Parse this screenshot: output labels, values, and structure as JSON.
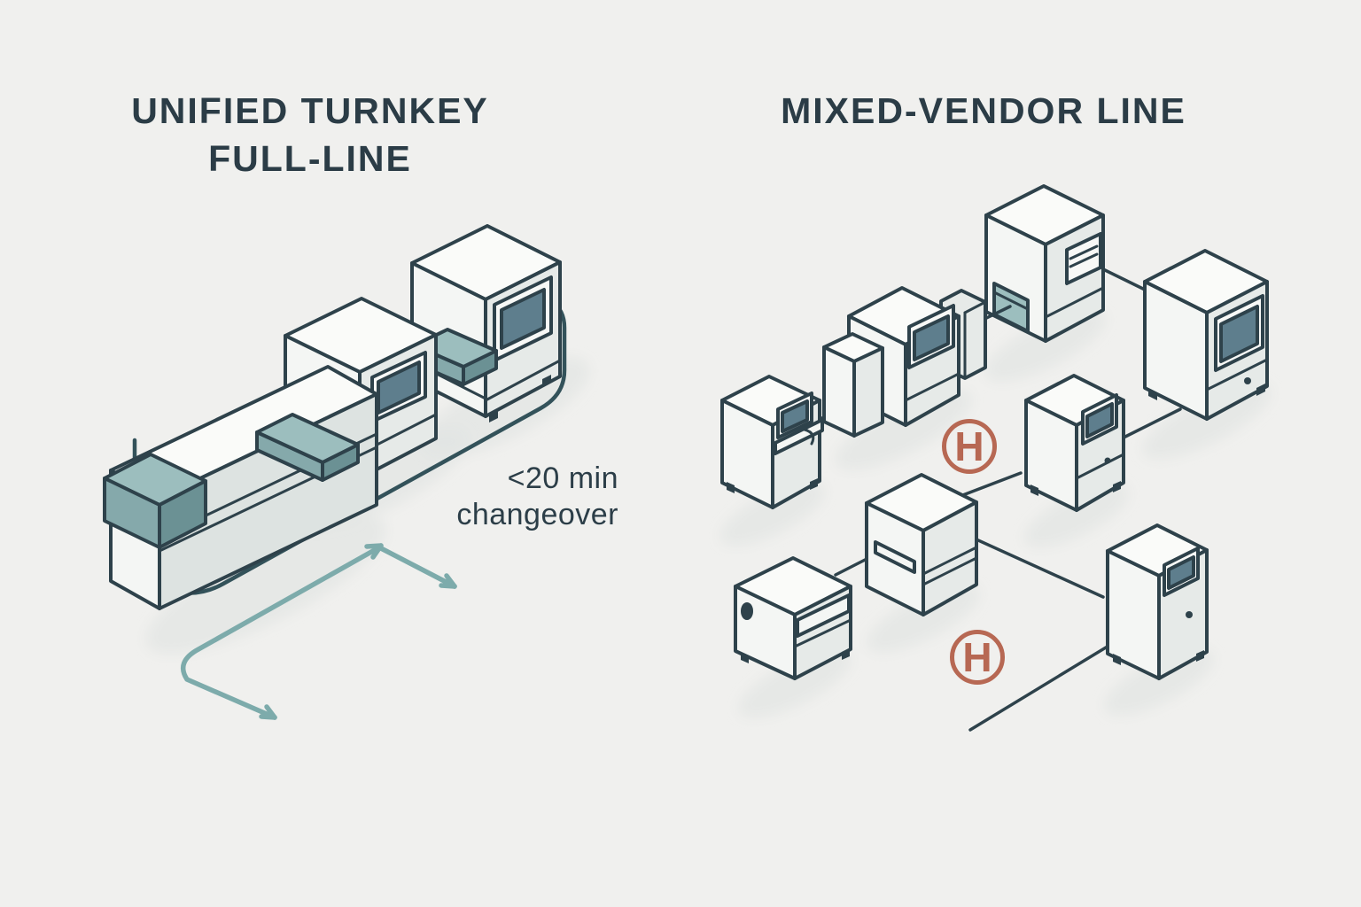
{
  "colors": {
    "background": "#f0f0ee",
    "outline": "#2e424b",
    "machine_light": "#f4f6f4",
    "machine_shade": "#e6eae8",
    "screen": "#5e7e8d",
    "conveyor_teal": "#93b7b7",
    "arrow_teal": "#7dabab",
    "handoff_orange": "#b76853",
    "text": "#2b3c46"
  },
  "left_panel": {
    "title_line1": "UNIFIED TURNKEY",
    "title_line2": "FULL-LINE",
    "annotation_line1": "<20 min",
    "annotation_line2": "changeover",
    "machine_count": 3
  },
  "right_panel": {
    "title": "MIXED-VENDOR LINE",
    "handoff_symbol": "H",
    "handoff_count": 2,
    "machine_count": 8
  }
}
